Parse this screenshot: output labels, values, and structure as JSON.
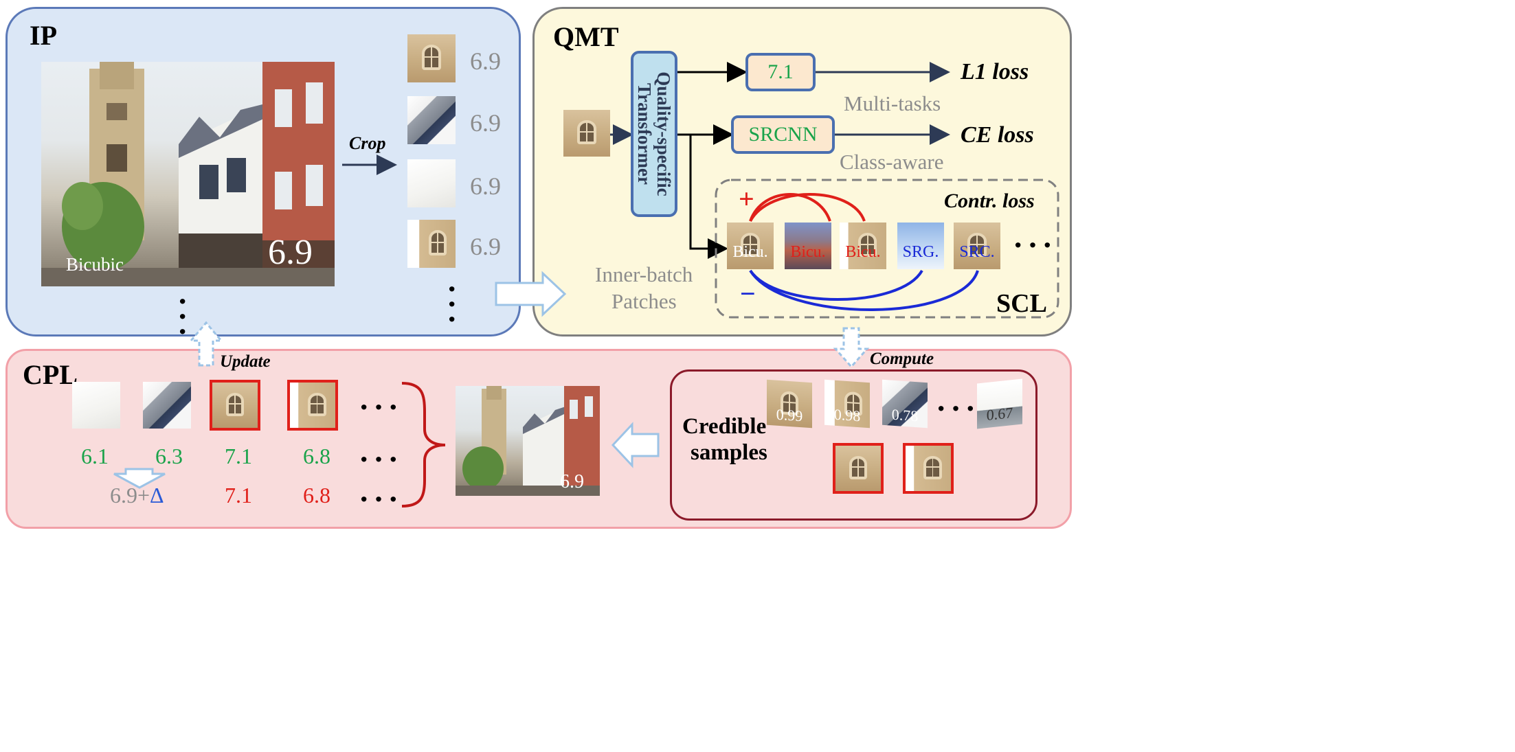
{
  "panels": {
    "ip": {
      "title": "IP",
      "color": "#5b79b8",
      "fill": "#dbe7f6"
    },
    "qmt": {
      "title": "QMT",
      "color": "#7f7f7f",
      "fill": "#fdf8dc"
    },
    "cpl": {
      "title": "CPL",
      "color": "#f2a0a8",
      "fill": "#f9dcdc"
    }
  },
  "ip": {
    "image_label": "Bicubic",
    "image_score": "6.9",
    "crop_label": "Crop",
    "patch_scores": [
      "6.9",
      "6.9",
      "6.9",
      "6.9"
    ]
  },
  "qmt": {
    "transformer_label": "Quality-specific Transformer",
    "score_box": "7.1",
    "srcnn_box": "SRCNN",
    "l1_loss": "L1 loss",
    "ce_loss": "CE loss",
    "multi_tasks": "Multi-tasks",
    "class_aware": "Class-aware",
    "contr_loss": "Contr. loss",
    "scl": "SCL",
    "plus": "+",
    "minus": "−",
    "inner_batch": "Inner-batch",
    "patches": "Patches",
    "scl_patch_labels": [
      "Bicu.",
      "Bicu.",
      "Bicu.",
      "SRG.",
      "SRC."
    ],
    "colors": {
      "accent_box": "#4a6fb0",
      "box_fill": "#fce8cf",
      "scl_fill": "#dcefe6",
      "positive": "#e0201a",
      "negative": "#1a2ad6"
    }
  },
  "flow": {
    "update": "Update",
    "compute": "Compute"
  },
  "cpl": {
    "top_scores": [
      "6.1",
      "6.3",
      "7.1",
      "6.8"
    ],
    "bottom_merged": "6.9+",
    "delta": "Δ",
    "bottom_scores": [
      "7.1",
      "6.8"
    ],
    "image_score": "6.9",
    "credible_line1": "Credible",
    "credible_line2": "samples",
    "credible_scores": [
      "0.99",
      "0.98",
      "0.78",
      "0.67"
    ]
  }
}
